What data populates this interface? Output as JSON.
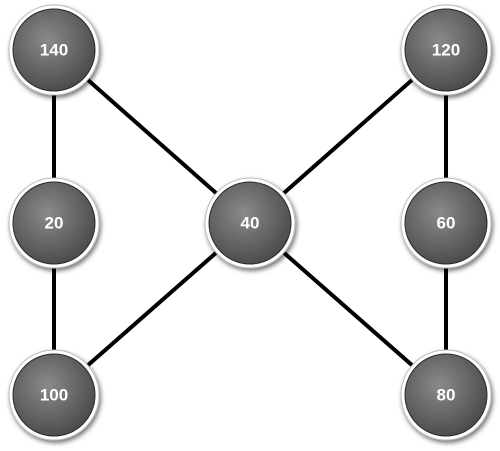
{
  "colors": {
    "node_fill": "#4a4a4a",
    "node_highlight": "#8a8a8a",
    "node_ring": "#ffffff",
    "edge": "#000000",
    "label": "#ffffff",
    "background": "#ffffff"
  },
  "nodes": [
    {
      "id": "n140",
      "label": "140"
    },
    {
      "id": "n20",
      "label": "20"
    },
    {
      "id": "n100",
      "label": "100"
    },
    {
      "id": "n40",
      "label": "40"
    },
    {
      "id": "n120",
      "label": "120"
    },
    {
      "id": "n60",
      "label": "60"
    },
    {
      "id": "n80",
      "label": "80"
    }
  ],
  "edges": [
    {
      "from": "n140",
      "to": "n20"
    },
    {
      "from": "n20",
      "to": "n100"
    },
    {
      "from": "n140",
      "to": "n40"
    },
    {
      "from": "n100",
      "to": "n40"
    },
    {
      "from": "n120",
      "to": "n40"
    },
    {
      "from": "n80",
      "to": "n40"
    },
    {
      "from": "n120",
      "to": "n60"
    },
    {
      "from": "n60",
      "to": "n80"
    }
  ]
}
